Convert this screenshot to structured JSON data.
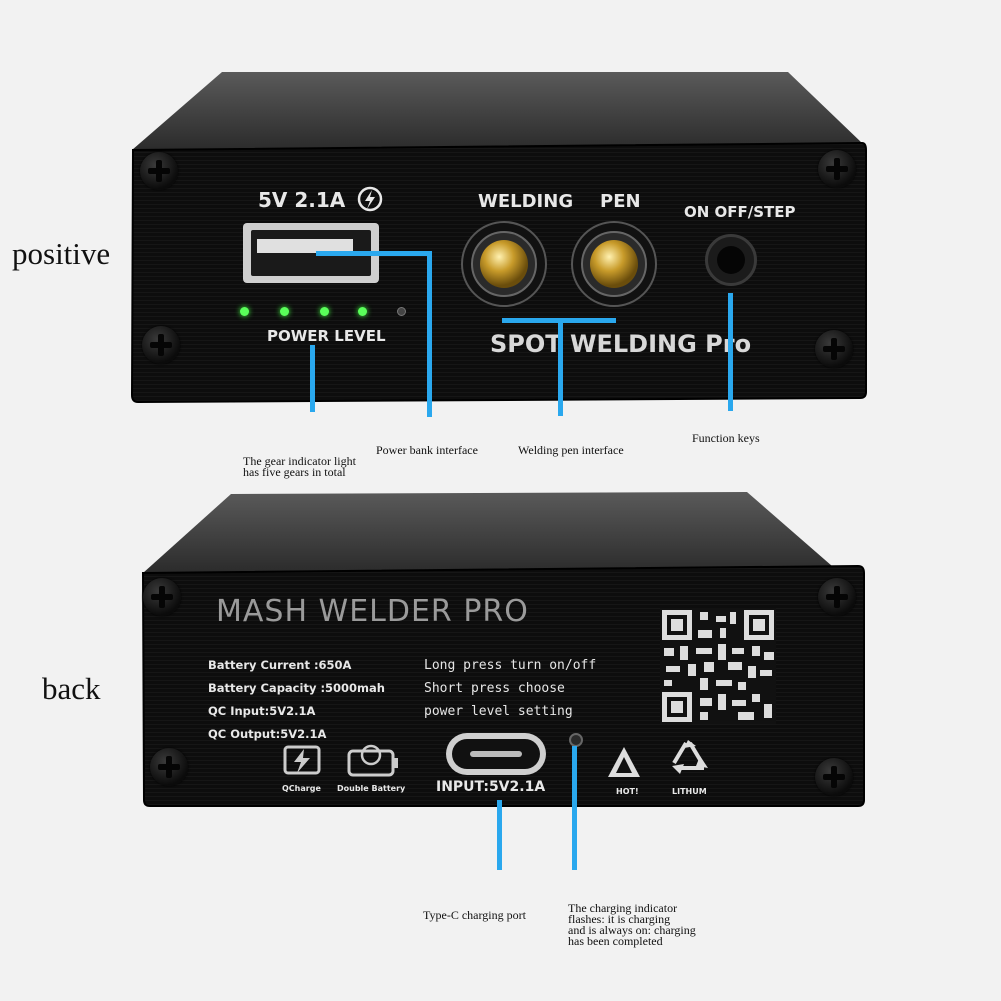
{
  "labels": {
    "front": "positive",
    "back": "back"
  },
  "front_panel": {
    "usb_rating": "5V 2.1A",
    "power_level": "POWER LEVEL",
    "welding": "WELDING",
    "pen": "PEN",
    "on_off_step": "ON OFF/STEP",
    "brand_line": "SPOT WELDING Pro",
    "leds": [
      {
        "state": "on",
        "color": "#5aff5a"
      },
      {
        "state": "on",
        "color": "#5aff5a"
      },
      {
        "state": "on",
        "color": "#5aff5a"
      },
      {
        "state": "on",
        "color": "#5aff5a"
      },
      {
        "state": "off",
        "color": "#444444"
      }
    ]
  },
  "front_callouts": {
    "gear_indicator": "The gear indicator light\nhas five gears in total",
    "power_bank": "Power bank interface",
    "welding_pen": "Welding pen interface",
    "function_keys": "Function keys"
  },
  "back_panel": {
    "title": "MASH WELDER PRO",
    "specs": [
      "Battery Current :650A",
      "Battery Capacity :5000mah",
      "QC Input:5V2.1A",
      "QC Output:5V2.1A"
    ],
    "instructions": [
      "Long press turn on/off",
      "Short press choose",
      "power level setting"
    ],
    "input_label": "INPUT:5V2.1A",
    "icon_labels": {
      "qcharge": "QCharge",
      "double_battery": "Double Battery",
      "hot": "HOT!",
      "lithium": "LITHUM"
    }
  },
  "back_callouts": {
    "type_c": "Type-C charging port",
    "charging_indicator": "The charging indicator\nflashes: it is charging\nand is always on: charging\nhas been completed"
  },
  "colors": {
    "pointer": "#2aa8ee",
    "panel": "#0f0f0f",
    "body": "#3b3b3b"
  }
}
